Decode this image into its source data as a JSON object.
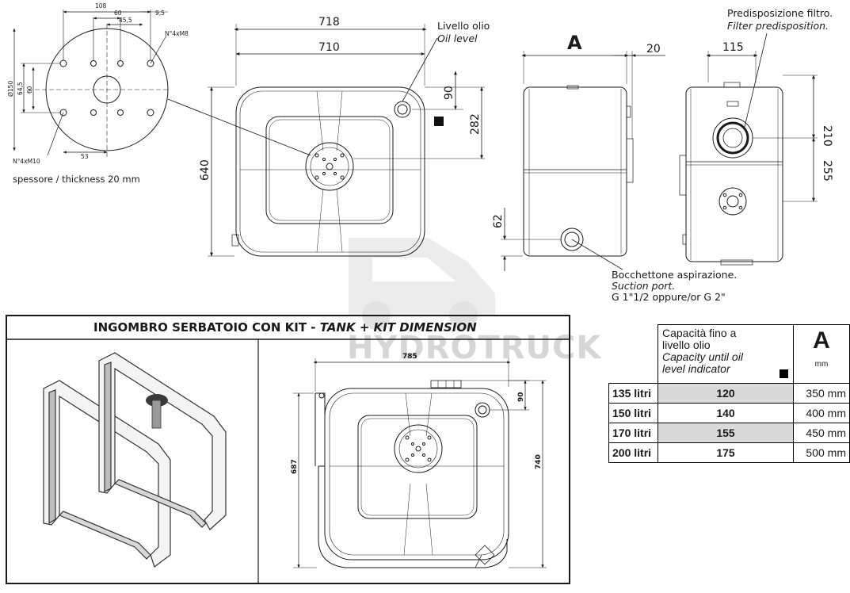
{
  "flange": {
    "dim_108": "108",
    "dim_60_top": "60",
    "dim_45_5": "45,5",
    "dim_9_5": "9,5",
    "dim_150": "Ø150",
    "dim_64_5": "64,5",
    "dim_60_side": "60",
    "dim_53": "53",
    "bolt_m8": "N°4xM8",
    "bolt_m10": "N°4xM10",
    "thickness": "spessore / thickness 20 mm"
  },
  "front_view": {
    "dim_718": "718",
    "dim_710": "710",
    "dim_640": "640",
    "dim_90": "90",
    "dim_282": "282",
    "oil_level_it": "Livello olio",
    "oil_level_en": "Oil level"
  },
  "side_view": {
    "dim_a": "A",
    "dim_20": "20",
    "dim_62": "62",
    "suction_it": "Bocchettone aspirazione.",
    "suction_en": "Suction port.",
    "suction_thread": "G 1\"1/2 oppure/or G 2\""
  },
  "rear_view": {
    "filter_it": "Predisposizione filtro.",
    "filter_en": "Filter predisposition.",
    "dim_115": "115",
    "dim_210": "210",
    "dim_255": "255"
  },
  "watermark": "HYDROTRUCK",
  "kit_panel": {
    "title_it": "INGOMBRO SERBATOIO CON KIT - ",
    "title_en": "TANK + KIT DIMENSION",
    "dim_785": "785",
    "dim_90": "90",
    "dim_687": "687",
    "dim_740": "740"
  },
  "capacity_table": {
    "header_cap_it_1": "Capacità fino a",
    "header_cap_it_2": "livello olio",
    "header_cap_en_1": "Capacity until oil",
    "header_cap_en_2": "level indicator",
    "header_a": "A",
    "header_unit": "mm",
    "rows": [
      {
        "label": "135 litri",
        "capacity": "120",
        "a": "350 mm"
      },
      {
        "label": "150 litri",
        "capacity": "140",
        "a": "400 mm"
      },
      {
        "label": "170 litri",
        "capacity": "155",
        "a": "450 mm"
      },
      {
        "label": "200 litri",
        "capacity": "175",
        "a": "500 mm"
      }
    ]
  }
}
